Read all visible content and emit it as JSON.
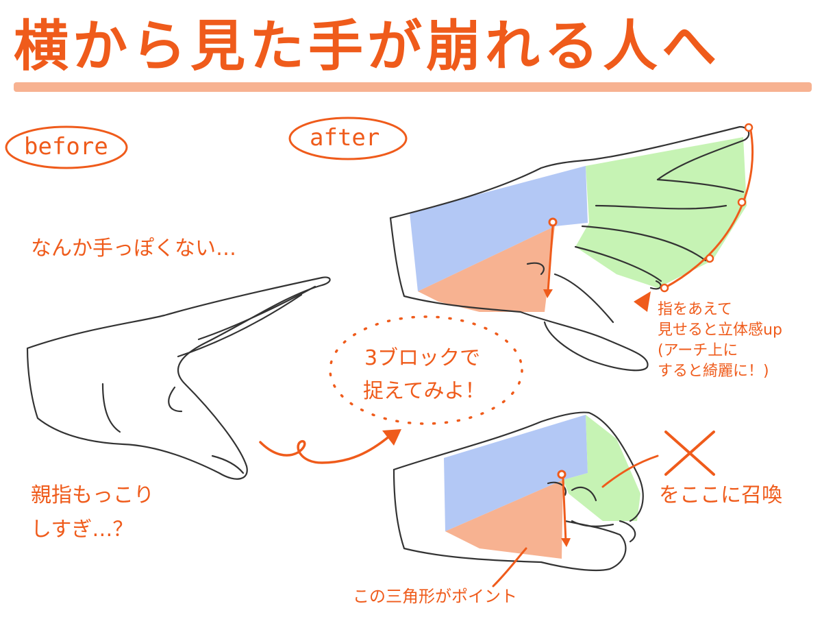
{
  "title": "横から見た手が崩れる人へ",
  "labels": {
    "before": "before",
    "after": "after"
  },
  "notes": {
    "before_line1": "なんか手っぽくない…",
    "before_line2_a": "親指もっこり",
    "before_line2_b": "しすぎ…？",
    "bubble_a": "3ブロックで",
    "bubble_b": "捉えてみよ！",
    "finger_tip_1": "指をあえて",
    "finger_tip_2": "見せると立体感up",
    "finger_tip_3": "(アーチ上に",
    "finger_tip_4": "すると綺麗に！)",
    "x_note": "をここに召喚",
    "triangle_note": "この三角形がポイント"
  },
  "colors": {
    "accent": "#ef5b1b",
    "blue_block": "#b3c8f5",
    "orange_block": "#f7b291",
    "green_block": "#c6f3b4",
    "underline": "#f7b291",
    "line": "#333333"
  }
}
